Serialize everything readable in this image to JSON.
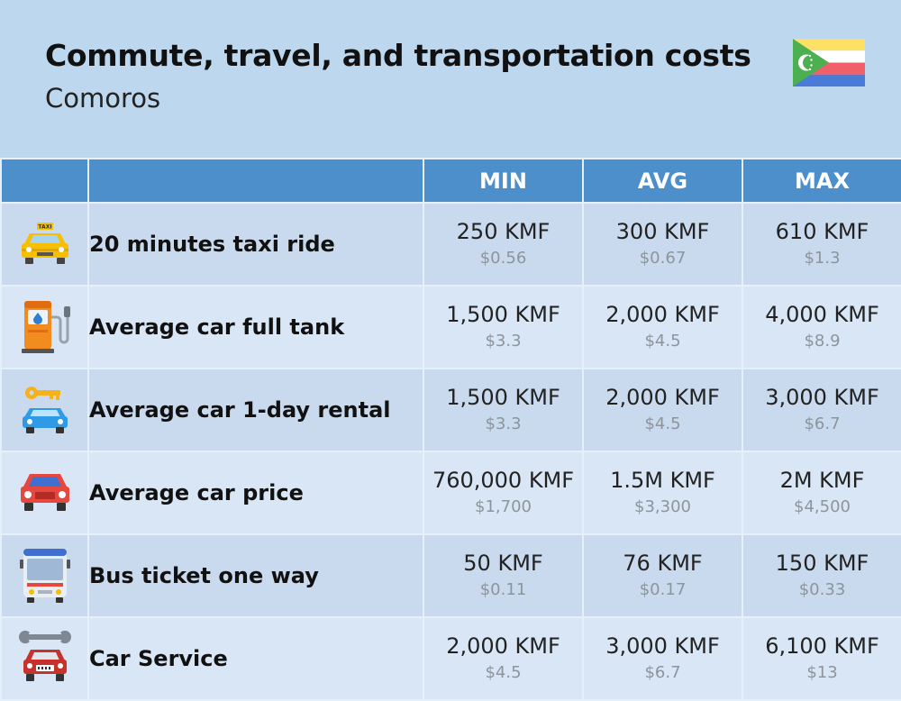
{
  "header": {
    "title": "Commute, travel, and transportation costs",
    "subtitle": "Comoros",
    "flag_icon": "comoros-flag-icon"
  },
  "columns": [
    "MIN",
    "AVG",
    "MAX"
  ],
  "rows": [
    {
      "label": "20 minutes taxi ride",
      "icon": "taxi-icon",
      "min": "250 KMF",
      "min_usd": "$0.56",
      "avg": "300 KMF",
      "avg_usd": "$0.67",
      "max": "610 KMF",
      "max_usd": "$1.3"
    },
    {
      "label": "Average car full tank",
      "icon": "fuel-pump-icon",
      "min": "1,500 KMF",
      "min_usd": "$3.3",
      "avg": "2,000 KMF",
      "avg_usd": "$4.5",
      "max": "4,000 KMF",
      "max_usd": "$8.9"
    },
    {
      "label": "Average car 1-day rental",
      "icon": "car-rental-key-icon",
      "min": "1,500 KMF",
      "min_usd": "$3.3",
      "avg": "2,000 KMF",
      "avg_usd": "$4.5",
      "max": "3,000 KMF",
      "max_usd": "$6.7"
    },
    {
      "label": "Average car price",
      "icon": "red-car-icon",
      "min": "760,000 KMF",
      "min_usd": "$1,700",
      "avg": "1.5M KMF",
      "avg_usd": "$3,300",
      "max": "2M KMF",
      "max_usd": "$4,500"
    },
    {
      "label": "Bus ticket one way",
      "icon": "bus-icon",
      "min": "50 KMF",
      "min_usd": "$0.11",
      "avg": "76 KMF",
      "avg_usd": "$0.17",
      "max": "150 KMF",
      "max_usd": "$0.33"
    },
    {
      "label": "Car Service",
      "icon": "car-service-wrench-icon",
      "min": "2,000 KMF",
      "min_usd": "$4.5",
      "avg": "3,000 KMF",
      "avg_usd": "$6.7",
      "max": "6,100 KMF",
      "max_usd": "$13"
    }
  ],
  "colors": {
    "background": "#bdd7ee",
    "header_row": "#4d8fca",
    "row_odd": "#c9daef",
    "row_even": "#d9e6f5",
    "usd_text": "#8d949b"
  }
}
